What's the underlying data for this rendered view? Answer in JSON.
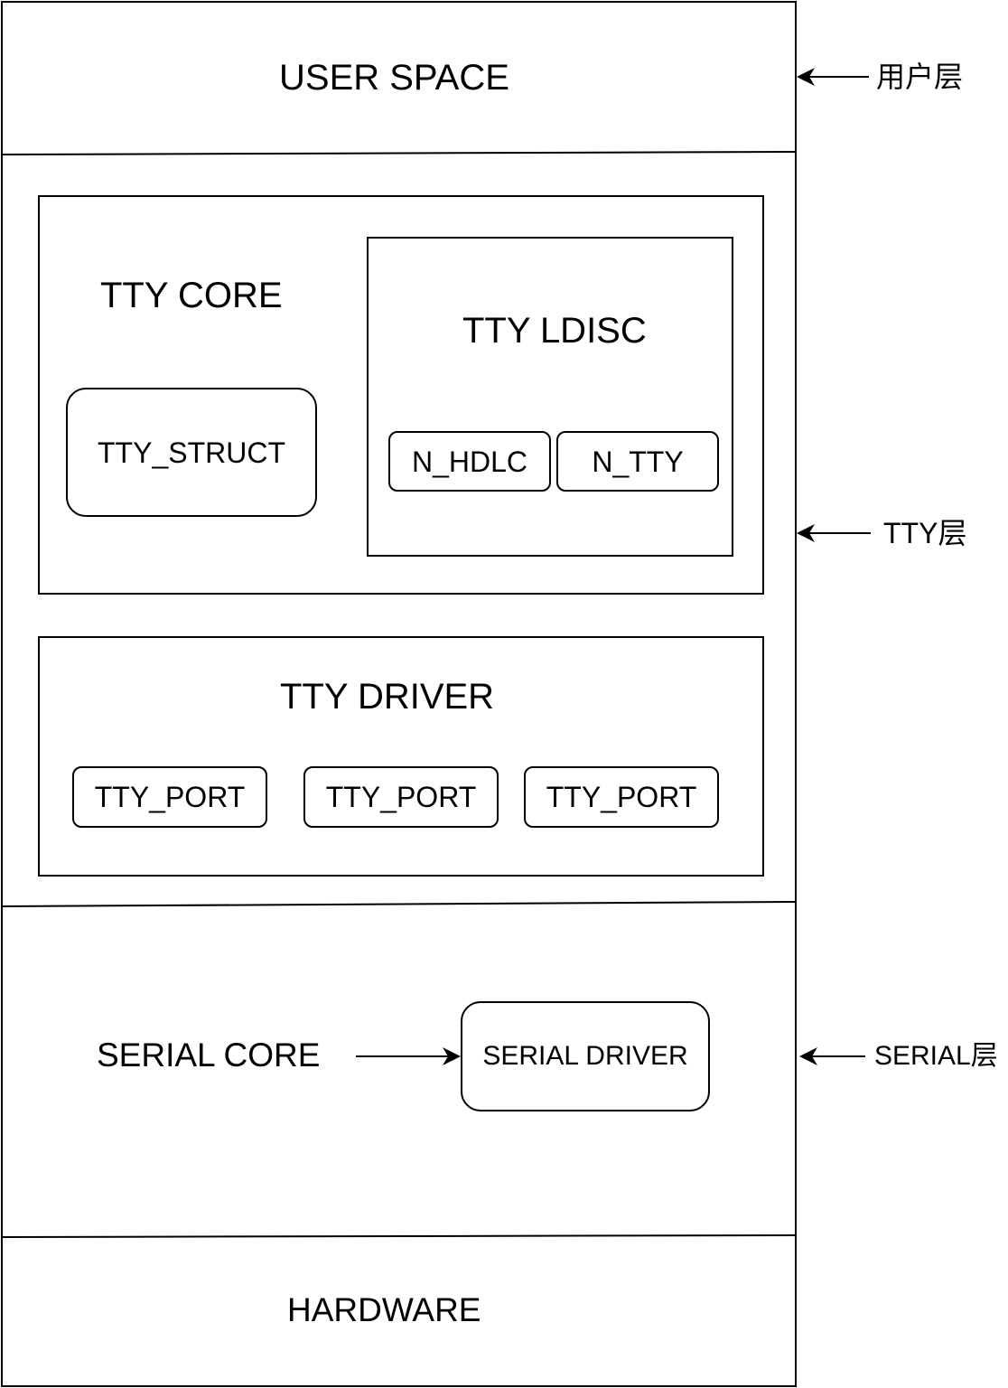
{
  "layers": {
    "user_space": "USER SPACE",
    "hardware": "HARDWARE"
  },
  "tty_core": {
    "title": "TTY CORE",
    "tty_struct": "TTY_STRUCT",
    "ldisc": {
      "title": "TTY LDISC",
      "items": [
        "N_HDLC",
        "N_TTY"
      ]
    }
  },
  "tty_driver": {
    "title": "TTY DRIVER",
    "ports": [
      "TTY_PORT",
      "TTY_PORT",
      "TTY_PORT"
    ]
  },
  "serial": {
    "core": "SERIAL CORE",
    "driver": "SERIAL DRIVER"
  },
  "side_labels": {
    "user": "用户层",
    "tty": "TTY层",
    "serial": "SERIAL层"
  }
}
